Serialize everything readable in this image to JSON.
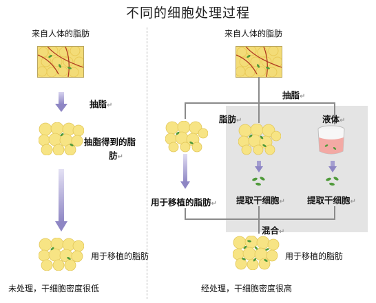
{
  "title": "不同的细胞处理过程",
  "left": {
    "source_label": "来自人体的脂肪",
    "step1": "抽脂",
    "step2_line1": "抽脂得到的脂",
    "step2_line2": "肪",
    "result_label": "用于移植的脂肪",
    "caption": "未处理，干细胞密度很低"
  },
  "right": {
    "source_label": "来自人体的脂肪",
    "step1": "抽脂",
    "fat_label": "脂肪",
    "liquid_label": "液体",
    "transplant_label": "用于移植的脂肪",
    "extract1": "提取干细胞",
    "extract2": "提取干细胞",
    "mix_label": "混合",
    "result_label": "用于移植的脂肪",
    "caption": "经处理，干细胞密度很高"
  },
  "return_mark": "↵",
  "colors": {
    "fat": "#f5e27c",
    "stem_cell": "#4f9a3a",
    "arrow": "#8e86c4",
    "panel": "#e4e4e4"
  }
}
